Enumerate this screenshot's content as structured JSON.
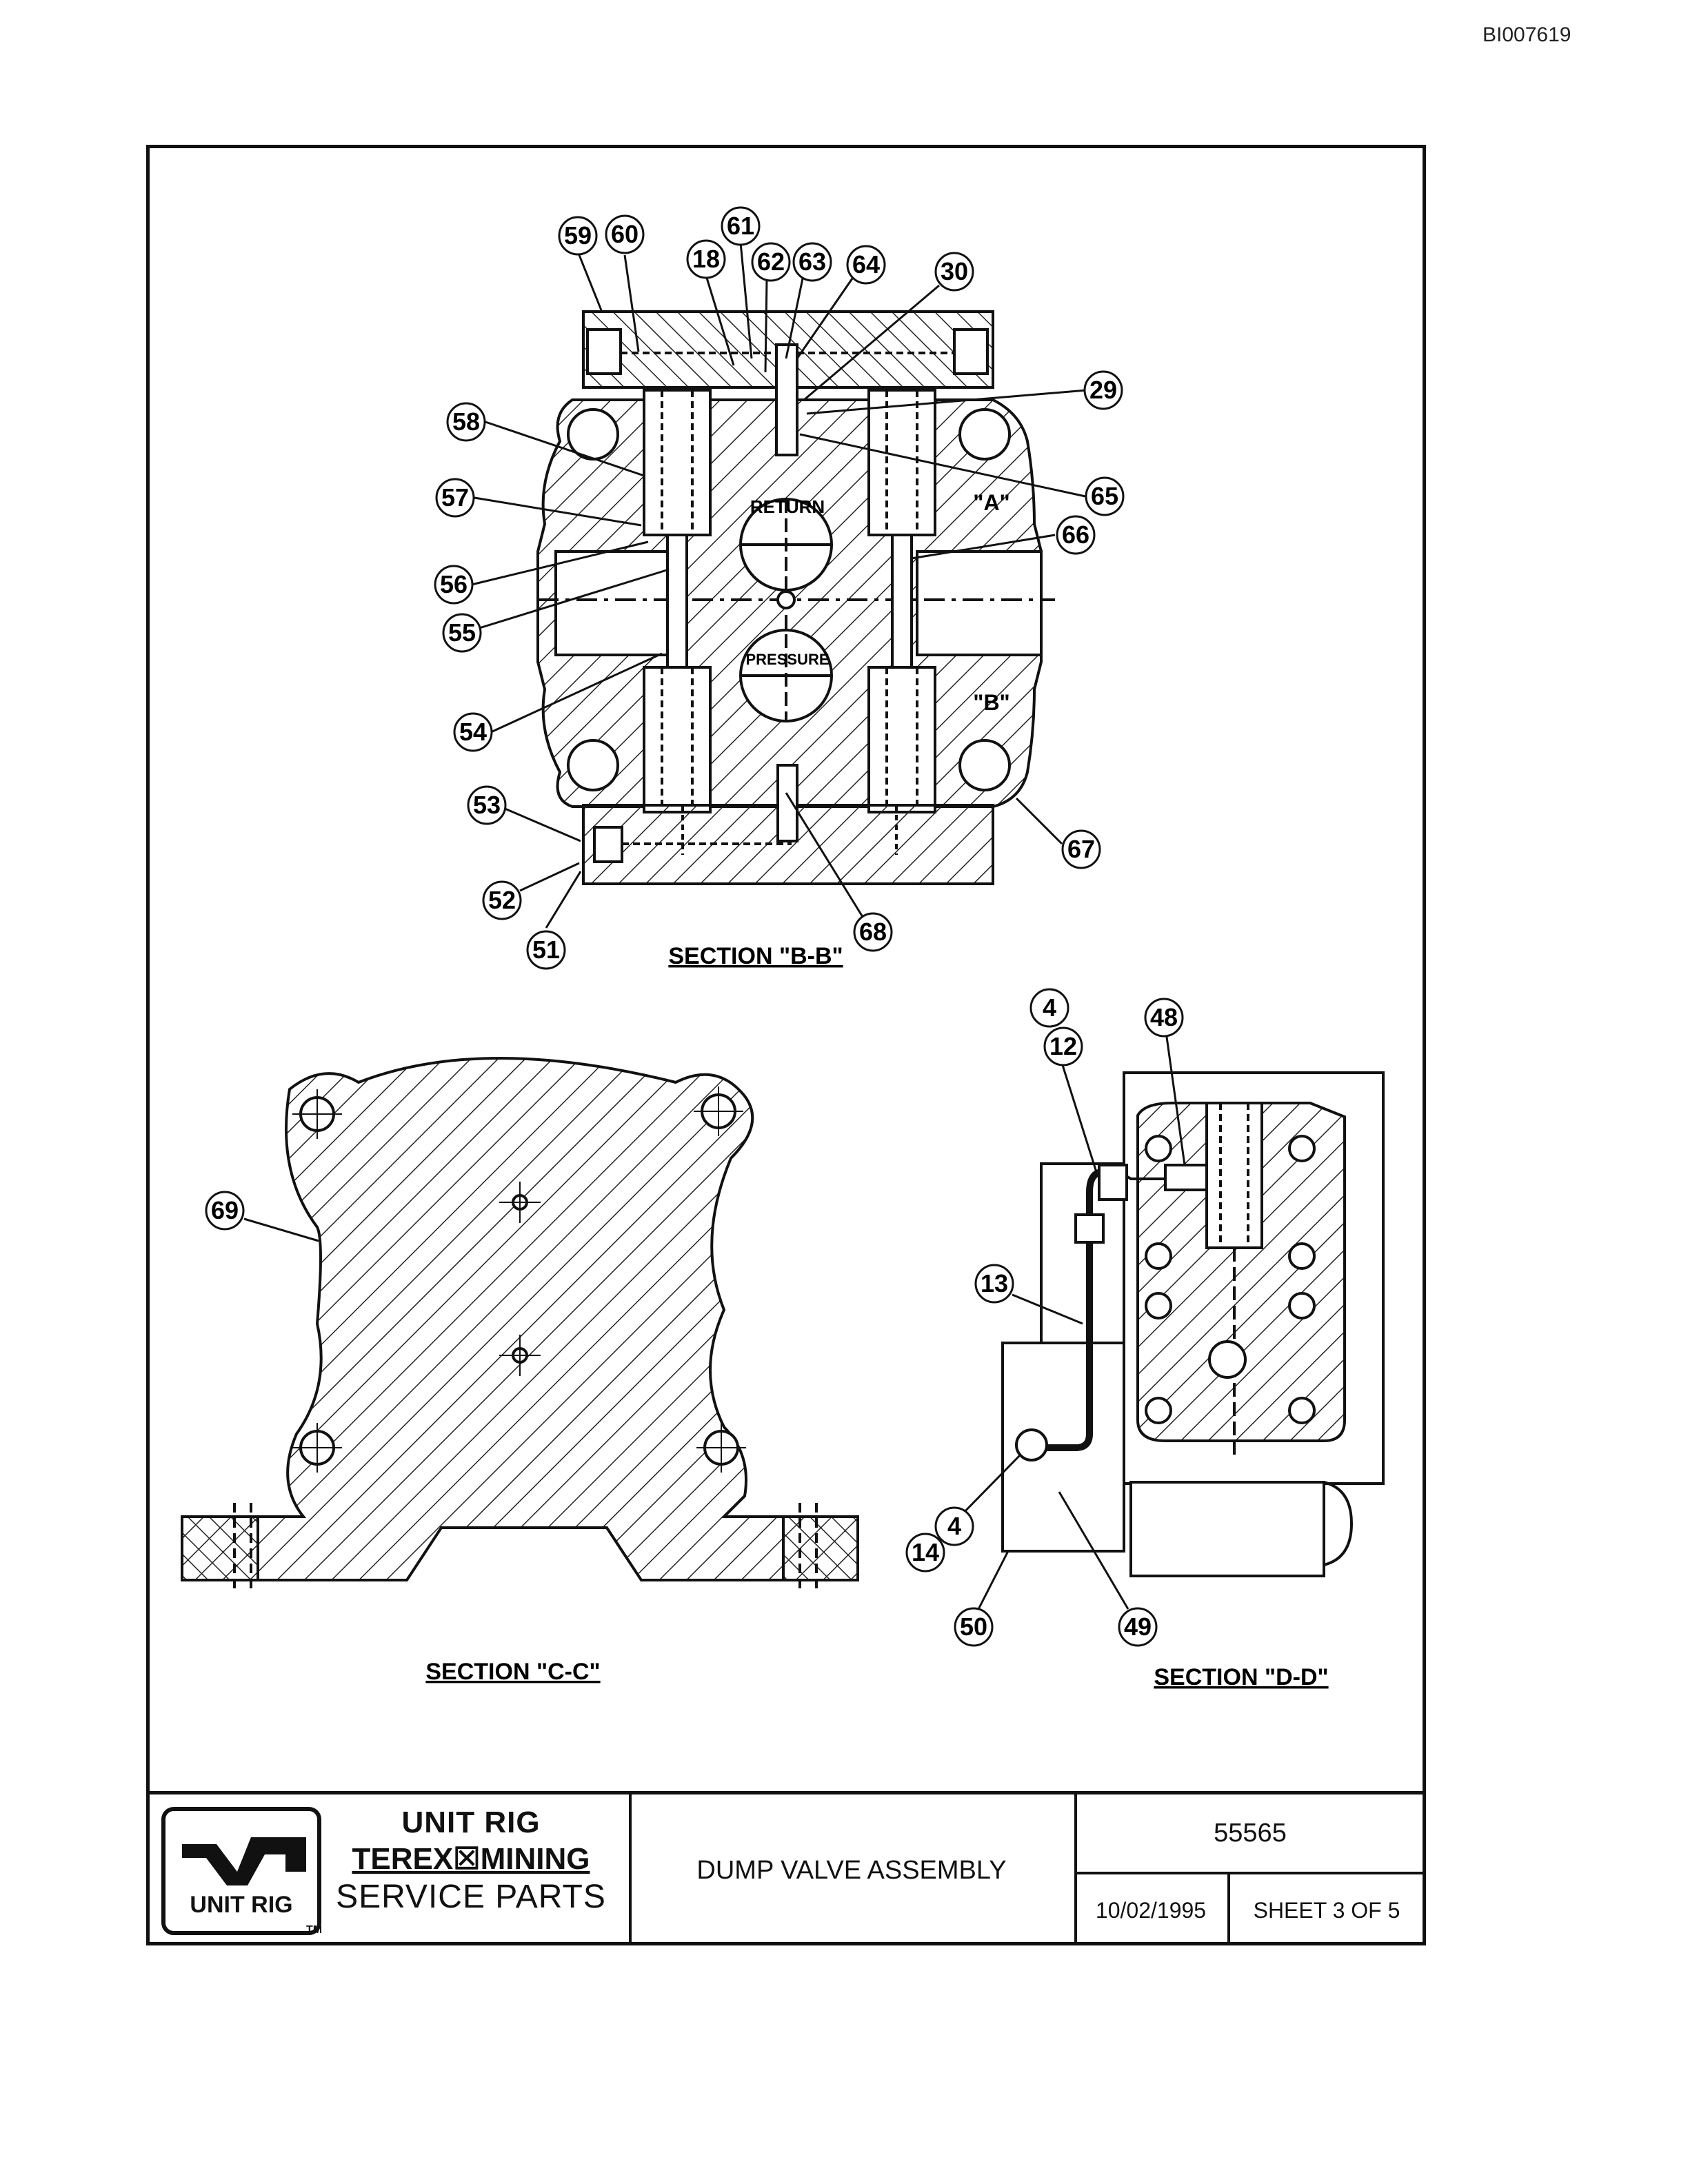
{
  "doc_id": "BI007619",
  "sections": {
    "b": "SECTION \"B-B\"",
    "c": "SECTION \"C-C\"",
    "d": "SECTION \"D-D\""
  },
  "ports": {
    "return": "RETURN",
    "pressure": "PRESSURE",
    "a": "\"A\"",
    "b": "\"B\""
  },
  "callouts_bb": [
    "59",
    "60",
    "61",
    "18",
    "62",
    "63",
    "64",
    "30",
    "29",
    "58",
    "65",
    "57",
    "66",
    "56",
    "55",
    "54",
    "53",
    "67",
    "52",
    "68",
    "51"
  ],
  "callouts_cc": [
    "69"
  ],
  "callouts_dd": [
    "4",
    "12",
    "48",
    "13",
    "4",
    "14",
    "50",
    "49"
  ],
  "title_block": {
    "logo_text": "UNIT RIG",
    "trademark": "TM",
    "brand_line1": "UNIT RIG",
    "brand_line2": "TEREX☒MINING",
    "brand_line3": "SERVICE PARTS",
    "title": "DUMP VALVE ASSEMBLY",
    "part_number": "55565",
    "date": "10/02/1995",
    "sheet": "SHEET 3 OF 5"
  }
}
